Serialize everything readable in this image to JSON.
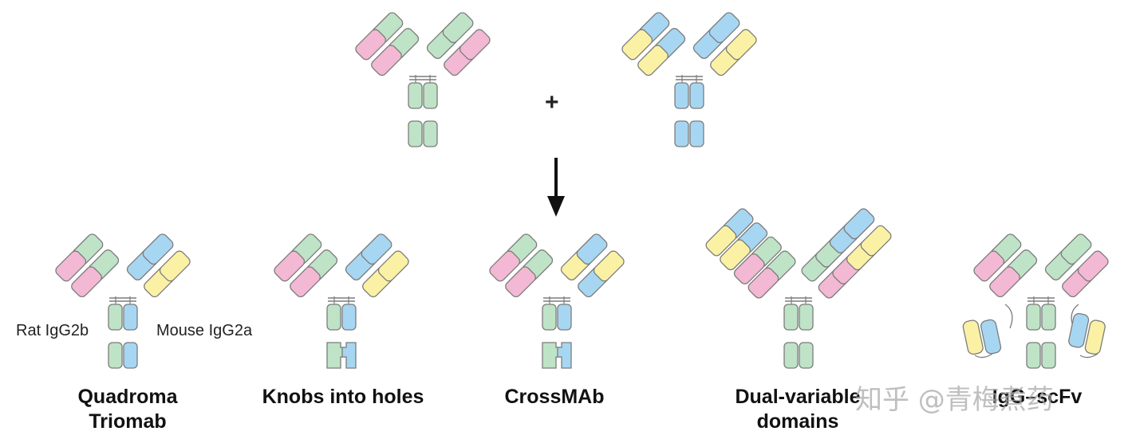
{
  "colors": {
    "green": "#bfe3c6",
    "pink": "#f3b8d3",
    "blue": "#a7d6f2",
    "yellow": "#fbf1a4",
    "outline": "#7c7c7c"
  },
  "top": {
    "plus": "+"
  },
  "formats": [
    {
      "name_line1": "Quadroma",
      "name_line2": "Triomab",
      "left_note": "Rat IgG2b",
      "right_note": "Mouse IgG2a"
    },
    {
      "name_line1": "Knobs into holes",
      "name_line2": ""
    },
    {
      "name_line1": "CrossMAb",
      "name_line2": ""
    },
    {
      "name_line1": "Dual-variable",
      "name_line2": "domains"
    },
    {
      "name_line1": "IgG–scFv",
      "name_line2": ""
    }
  ],
  "watermark": "知乎 @青梅煮药"
}
